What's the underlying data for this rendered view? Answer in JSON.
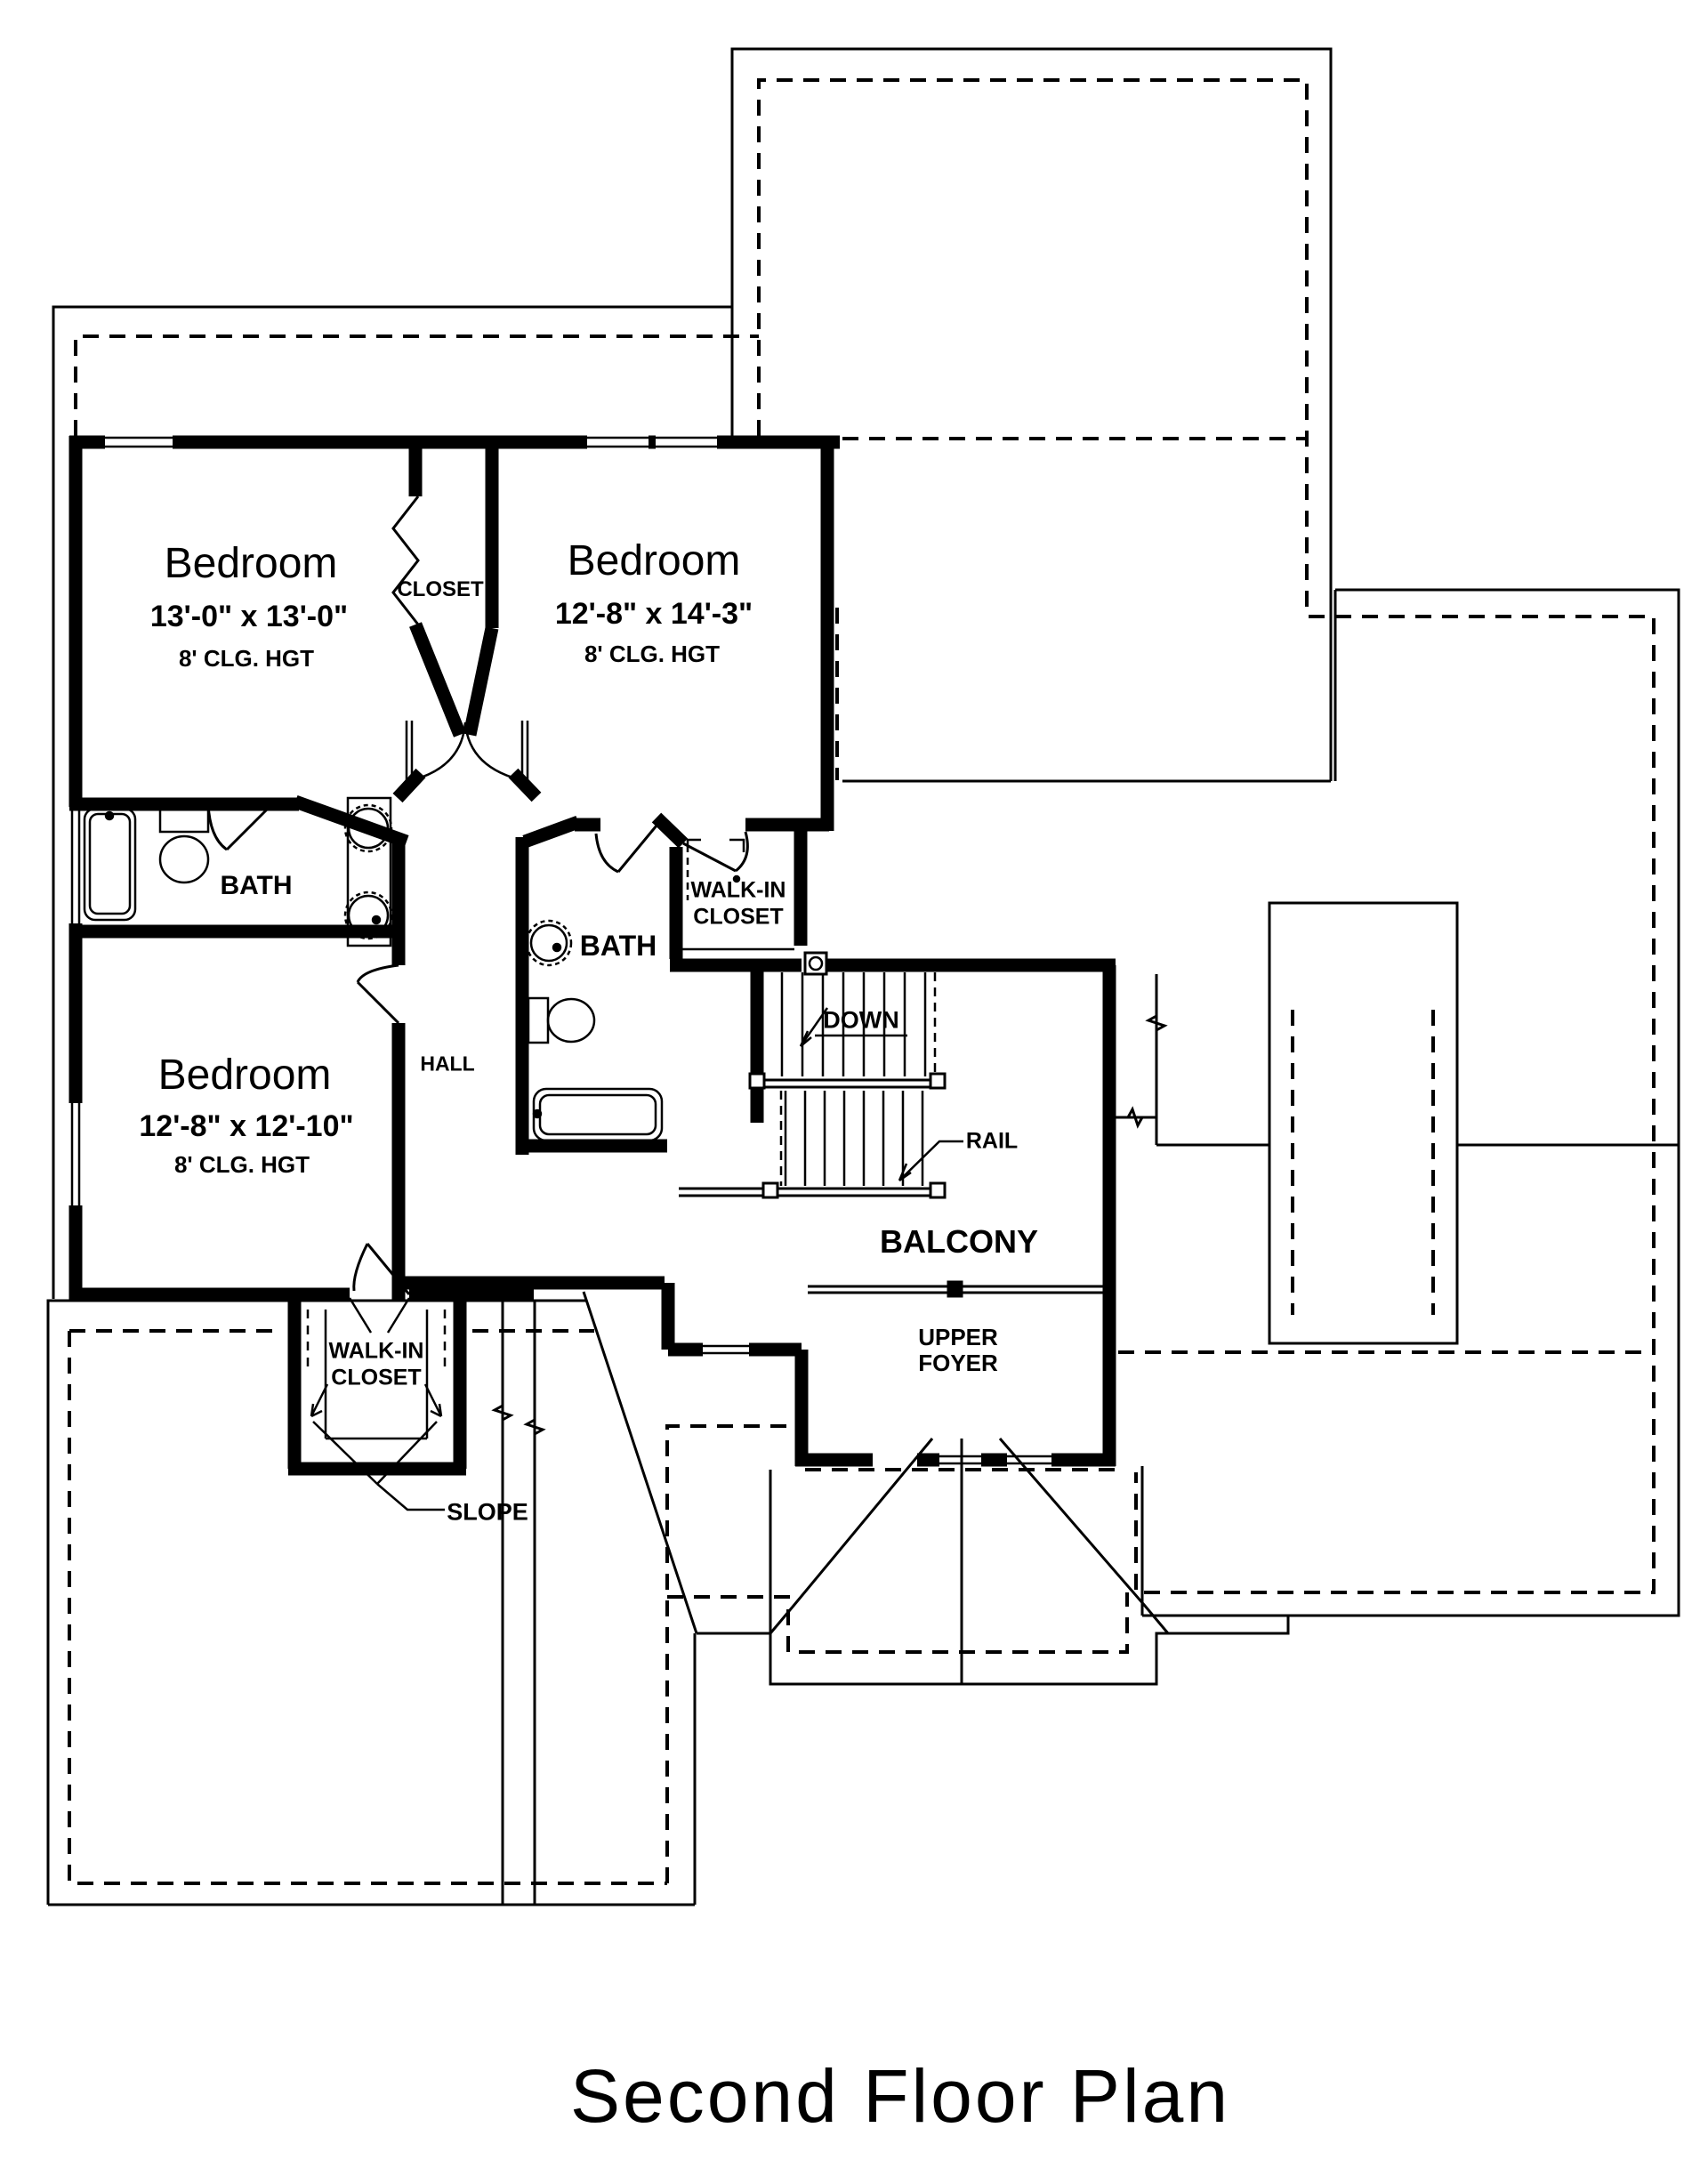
{
  "title": "Second Floor Plan",
  "plan": {
    "rooms": {
      "bedroom1": {
        "name": "Bedroom",
        "dims": "13'-0\" x 13'-0\"",
        "ceiling": "8' CLG. HGT"
      },
      "bedroom2": {
        "name": "Bedroom",
        "dims": "12'-8\" x 14'-3\"",
        "ceiling": "8' CLG. HGT"
      },
      "bedroom3": {
        "name": "Bedroom",
        "dims": "12'-8\" x 12'-10\"",
        "ceiling": "8' CLG. HGT"
      },
      "closet": {
        "label": "CLOSET"
      },
      "bath_left": {
        "label": "BATH"
      },
      "bath_center": {
        "label": "BATH"
      },
      "walk_in_closet_upper": {
        "line1": "WALK-IN",
        "line2": "CLOSET"
      },
      "walk_in_closet_lower": {
        "line1": "WALK-IN",
        "line2": "CLOSET"
      },
      "hall": {
        "label": "HALL"
      },
      "balcony": {
        "label": "BALCONY"
      },
      "upper_foyer": {
        "line1": "UPPER",
        "line2": "FOYER"
      }
    },
    "annotations": {
      "down": "DOWN",
      "rail": "RAIL",
      "slope": "SLOPE"
    },
    "colors": {
      "line": "#000000",
      "background": "#ffffff"
    }
  }
}
